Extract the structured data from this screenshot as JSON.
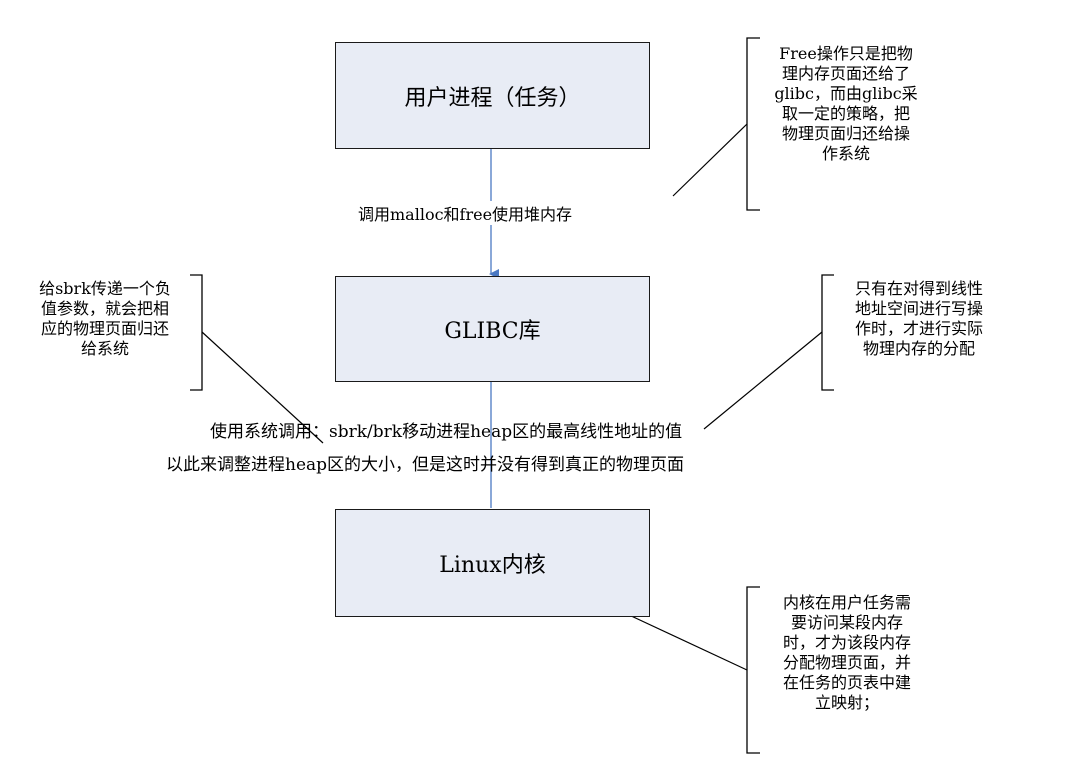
{
  "boxes": {
    "user_process": "用户进程（任务）",
    "glibc": "GLIBC库",
    "kernel": "Linux内核"
  },
  "connectors": {
    "malloc_label": "调用malloc和free使用堆内存",
    "syscall_line1": "使用系统调用：sbrk/brk移动进程heap区的最高线性地址的值",
    "syscall_line2": "以此来调整进程heap区的大小，但是这时并没有得到真正的物理页面"
  },
  "notes": {
    "free_note": [
      "Free操作只是把物",
      "理内存页面还给了",
      "glibc，而由glibc采",
      "取一定的策略，把",
      "物理页面归还给操",
      "作系统"
    ],
    "sbrk_note": [
      "给sbrk传递一个负",
      "值参数，就会把相",
      "应的物理页面归还",
      "给系统"
    ],
    "write_note": [
      "只有在对得到线性",
      "地址空间进行写操",
      "作时，才进行实际",
      "物理内存的分配"
    ],
    "kernel_note": [
      "内核在用户任务需",
      "要访问某段内存",
      "时，才为该段内存",
      "分配物理页面，并",
      "在任务的页表中建",
      "立映射；"
    ]
  },
  "colors": {
    "box_fill": "#e8ecf5",
    "arrow": "#4a78c2",
    "border": "#1a1a1a"
  }
}
